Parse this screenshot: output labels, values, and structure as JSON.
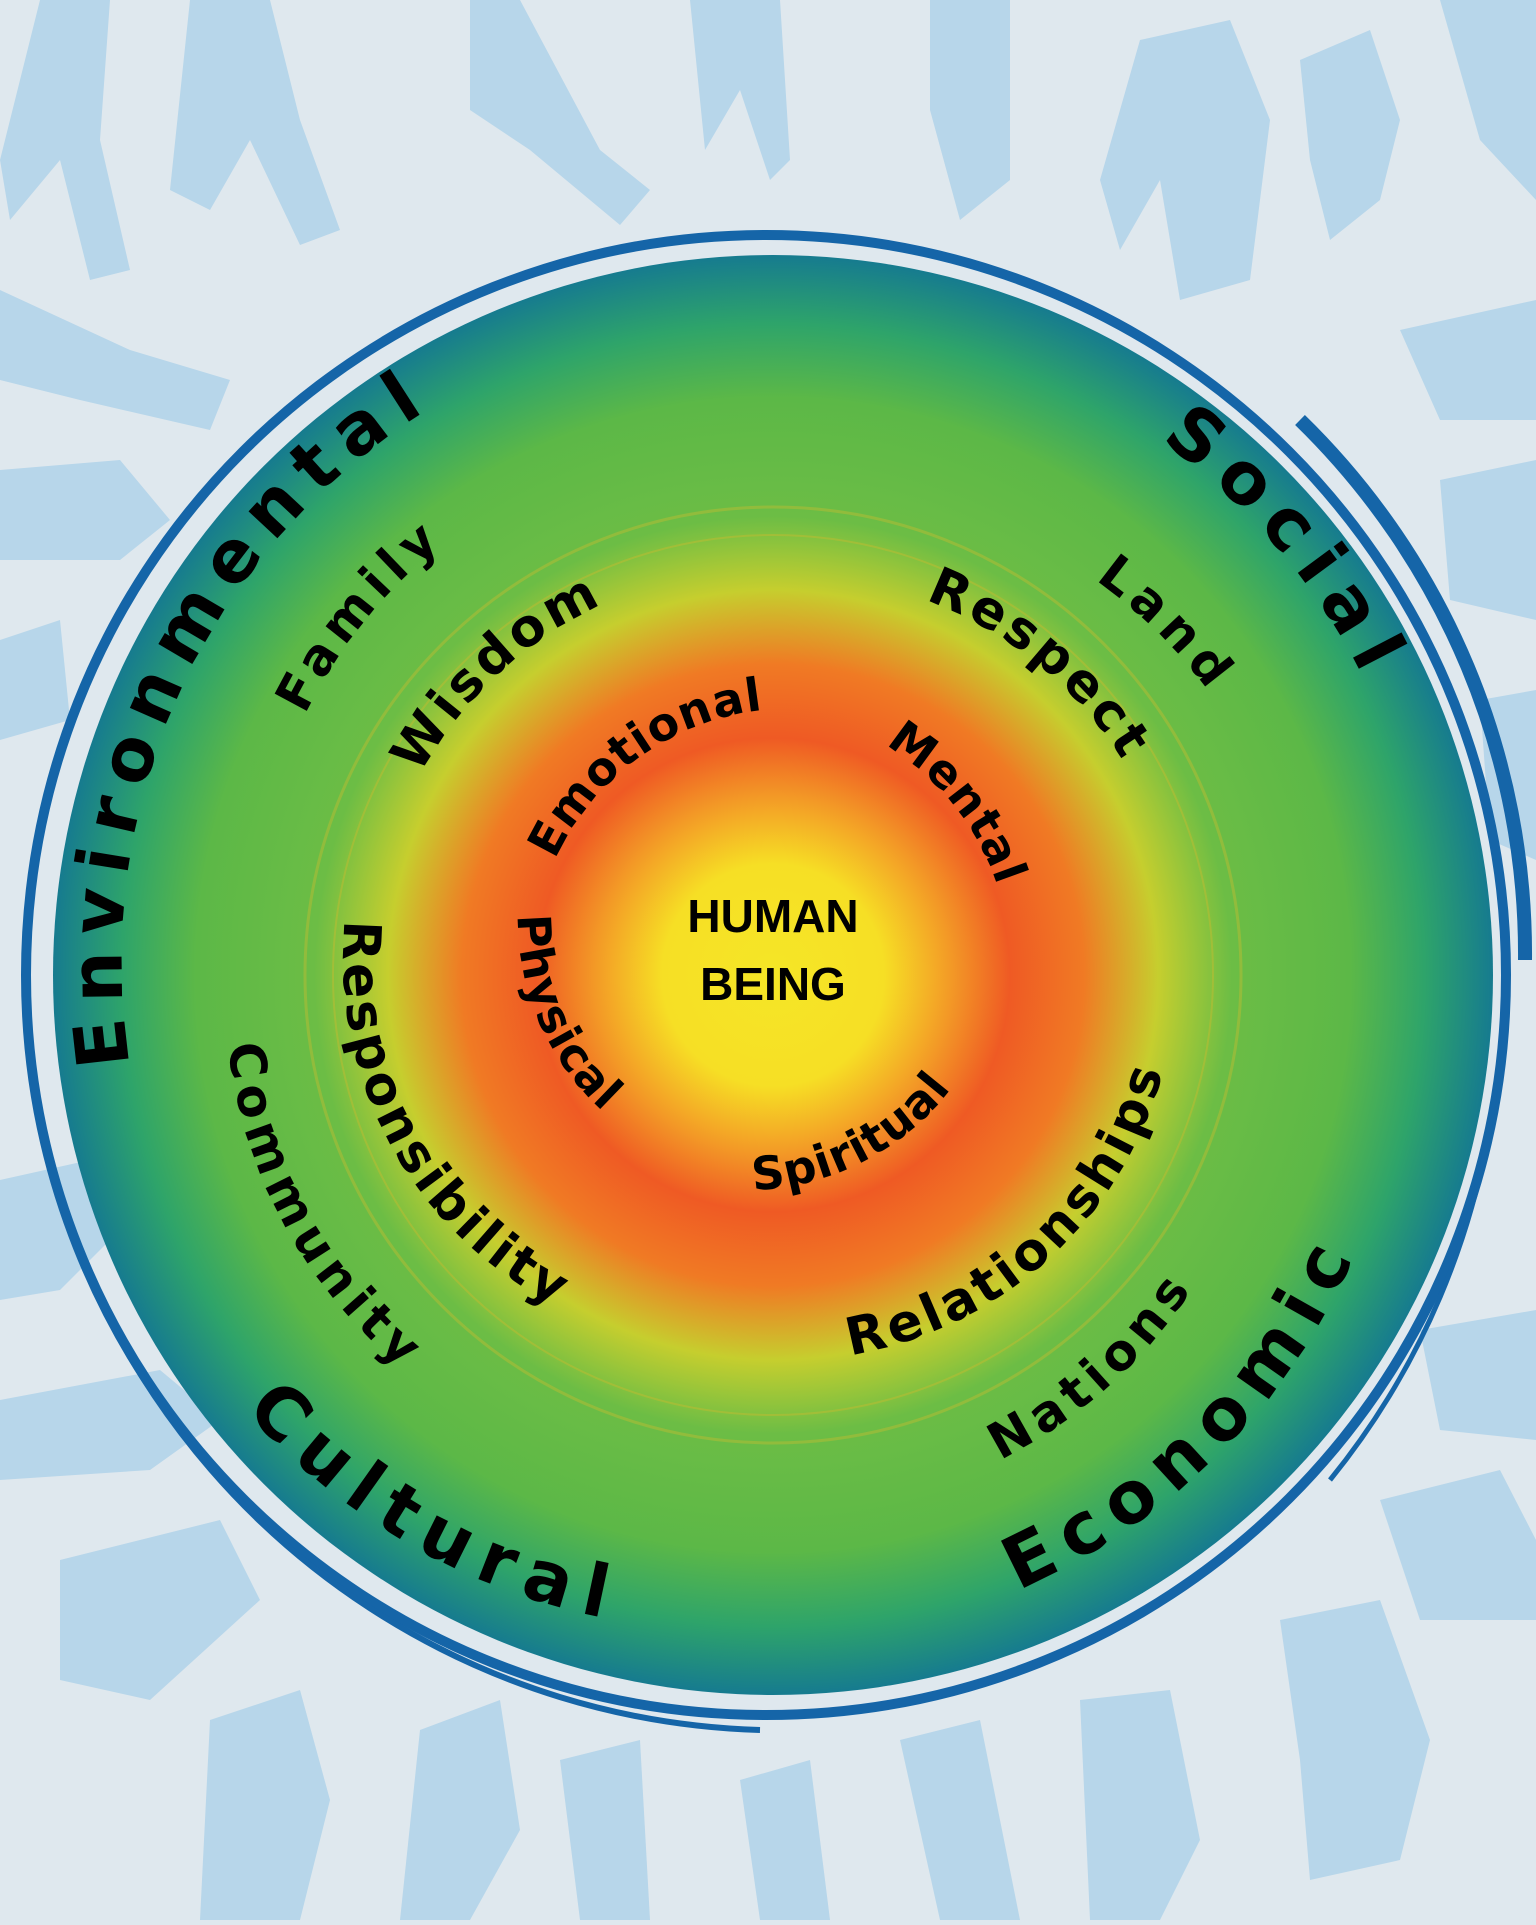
{
  "center": {
    "line1": "HUMAN",
    "line2": "BEING"
  },
  "rings": {
    "outer": [
      "Environmental",
      "Social",
      "Economic",
      "Cultural"
    ],
    "middle": [
      "Family",
      "Land",
      "Nations",
      "Community"
    ],
    "inner": [
      "Wisdom",
      "Respect",
      "Relationships",
      "Responsibility"
    ],
    "core": [
      "Emotional",
      "Mental",
      "Spiritual",
      "Physical"
    ]
  },
  "colors": {
    "background": "#dfe8ee",
    "silhouettes": "#b7d6ea",
    "ring_outer_blue": "#0f6f9a",
    "ring_green": "#5cb847",
    "ring_orange": "#ef5a24",
    "center_yellow": "#f4e626",
    "brush_stroke": "#1565a8"
  }
}
